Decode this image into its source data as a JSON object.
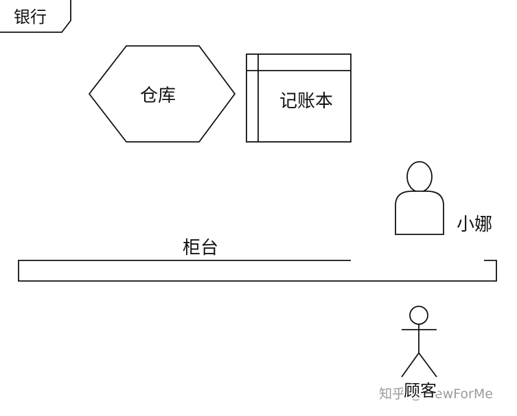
{
  "frame_title": "银行",
  "nodes": {
    "warehouse": "仓库",
    "ledger": "记账本",
    "counter": "柜台",
    "staff": "小娜",
    "customer": "顾客"
  },
  "watermark": "知乎 @ViewForMe",
  "colors": {
    "stroke": "#111111",
    "background": "#ffffff",
    "watermark": "#9a9a9a"
  }
}
